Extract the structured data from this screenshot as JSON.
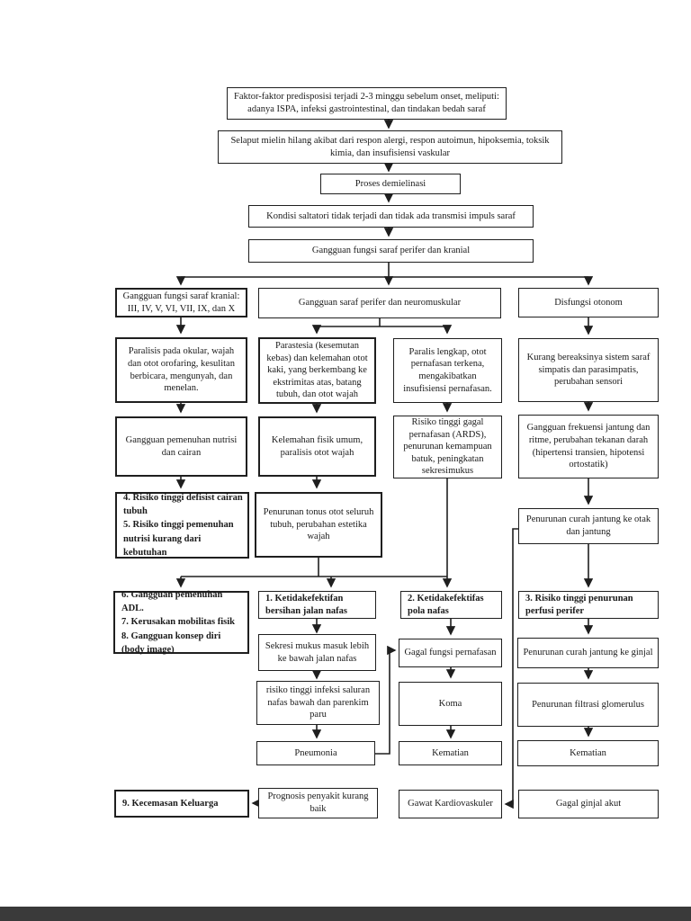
{
  "colors": {
    "line": "#1f1f1f",
    "bottom_bar": "#3a3a3a",
    "page_background": "#ffffff"
  },
  "nodes": {
    "faktor": {
      "text": "Faktor-faktor predisposisi terjadi 2-3 minggu sebelum onset, meliputi: adanya ISPA, infeksi gastrointestinal, dan tindakan bedah saraf"
    },
    "selaput": {
      "text": "Selaput mielin hilang akibat dari respon alergi, respon autoimun, hipoksemia, toksik kimia, dan insufisiensi vaskular"
    },
    "proses": {
      "text": "Proses demielinasi"
    },
    "kondisi": {
      "text": "Kondisi saltatori tidak terjadi dan tidak ada transmisi impuls saraf"
    },
    "gangguan_saraf": {
      "text": "Gangguan fungsi saraf perifer dan kranial"
    },
    "h_kranial": {
      "text": "Gangguan fungsi saraf kranial: III, IV, V, VI, VII, IX, dan X"
    },
    "h_perifer": {
      "text": "Gangguan saraf perifer dan neuromuskular"
    },
    "h_otonom": {
      "text": "Disfungsi otonom"
    },
    "paralisis_okular": {
      "text": "Paralisis pada okular, wajah dan otot orofaring, kesulitan berbicara, mengunyah, dan menelan."
    },
    "parastesia": {
      "text": "Parastesia (kesemutan kebas) dan kelemahan otot kaki, yang berkembang ke ekstrimitas atas, batang tubuh, dan otot wajah"
    },
    "paralis_lengkap": {
      "text": "Paralis lengkap, otot pernafasan terkena, mengakibatkan insufisiensi pernafasan."
    },
    "kurang_bereaksi": {
      "text": "Kurang bereaksinya sistem saraf simpatis dan parasimpatis, perubahan sensori"
    },
    "gangguan_nutrisi": {
      "text": "Gangguan pemenuhan nutrisi dan cairan"
    },
    "kelemahan_fisik": {
      "text": "Kelemahan fisik umum, paralisis otot wajah"
    },
    "risiko_ards": {
      "text": "Risiko tinggi gagal pernafasan (ARDS), penurunan kemampuan batuk, peningkatan sekresimukus"
    },
    "gangguan_frekuensi": {
      "text": "Gangguan frekuensi jantung dan ritme, perubahan tekanan darah (hipertensi transien, hipotensi ortostatik)"
    },
    "dx45": {
      "text": "4. Risiko tinggi defisist cairan tubuh\n5. Risiko tinggi pemenuhan nutrisi kurang dari kebutuhan"
    },
    "penurunan_tonus": {
      "text": "Penurunan tonus otot seluruh tubuh, perubahan estetika wajah"
    },
    "curah_otak": {
      "text": "Penurunan curah jantung ke otak dan jantung"
    },
    "dx678": {
      "text": "6. Gangguan pemenuhan ADL.\n7. Kerusakan mobilitas fisik\n8. Gangguan konsep diri (body image)"
    },
    "dx1": {
      "text": "1. Ketidakefektifan bersihan jalan nafas"
    },
    "dx2": {
      "text": "2. Ketidakefektifas pola nafas"
    },
    "dx3": {
      "text": "3. Risiko tinggi penurunan perfusi perifer"
    },
    "sekresi": {
      "text": "Sekresi mukus masuk lebih ke bawah jalan nafas"
    },
    "gagal_fungsi": {
      "text": "Gagal fungsi pernafasan"
    },
    "curah_ginjal": {
      "text": "Penurunan curah jantung ke ginjal"
    },
    "risiko_infeksi": {
      "text": "risiko tinggi infeksi saluran nafas bawah dan parenkim paru"
    },
    "koma": {
      "text": "Koma"
    },
    "filtrasi": {
      "text": "Penurunan filtrasi glomerulus"
    },
    "pneumonia": {
      "text": "Pneumonia"
    },
    "kematian_tengah": {
      "text": "Kematian"
    },
    "kematian_kanan": {
      "text": "Kematian"
    },
    "dx9": {
      "text": "9. Kecemasan Keluarga"
    },
    "prognosis": {
      "text": "Prognosis penyakit kurang baik"
    },
    "gawat": {
      "text": "Gawat Kardiovaskuler"
    },
    "gagal_ginjal": {
      "text": "Gagal ginjal akut"
    }
  }
}
